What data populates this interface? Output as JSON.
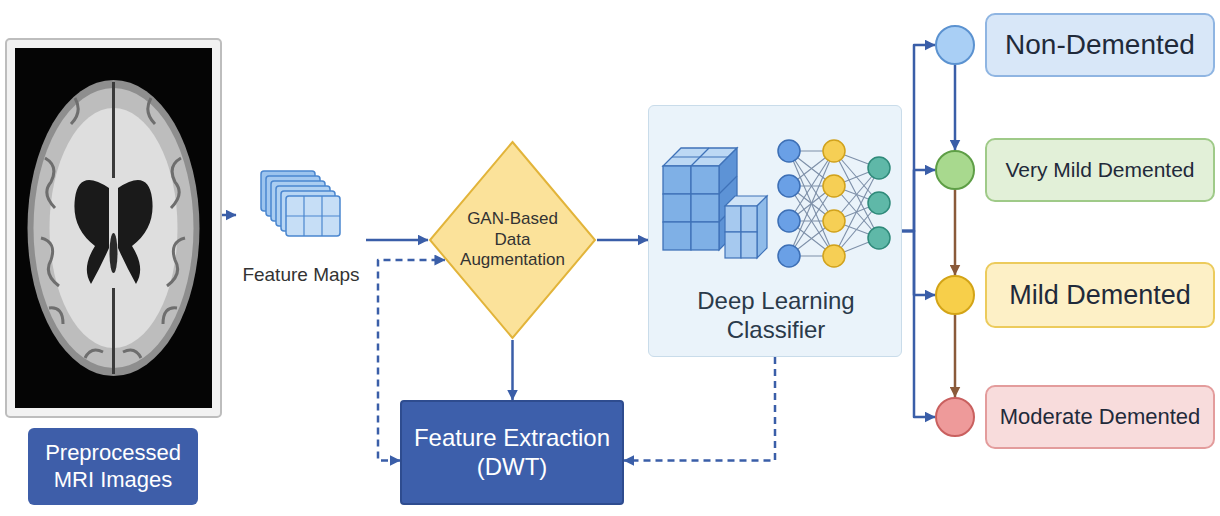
{
  "diagram": {
    "nodes": [
      {
        "text": [
          "Preprocessed MRI Images"
        ]
      },
      {
        "text": [
          "Feature Maps"
        ]
      },
      {
        "text": [
          "GAN-Based Data Augmentation"
        ]
      },
      {
        "text": [
          "Feature Extraction (DWT)"
        ]
      },
      {
        "text": [
          "Deep Learning Classifier"
        ]
      },
      {
        "text": [
          "Non-Demented"
        ]
      },
      {
        "text": [
          "Very Mild Demented"
        ]
      },
      {
        "text": [
          "Mild Demented"
        ]
      },
      {
        "text": [
          "Moderate Demented"
        ]
      }
    ],
    "edges": [
      {
        "from": 0,
        "to": 1,
        "arrow": "to"
      },
      {
        "from": 1,
        "to": 2,
        "arrow": "to"
      },
      {
        "from": 2,
        "to": 4,
        "arrow": "to"
      },
      {
        "from": 2,
        "to": 3,
        "arrow": "to"
      },
      {
        "from": 3,
        "to": 2,
        "arrow": "both"
      },
      {
        "from": 4,
        "to": 3,
        "arrow": "to"
      },
      {
        "from": 4,
        "to": 5,
        "arrow": "to"
      },
      {
        "from": 4,
        "to": 6,
        "arrow": "to"
      },
      {
        "from": 4,
        "to": 7,
        "arrow": "to"
      },
      {
        "from": 4,
        "to": 8,
        "arrow": "to"
      },
      {
        "from": 5,
        "to": 6,
        "arrow": "to"
      },
      {
        "from": 6,
        "to": 7,
        "arrow": "to"
      },
      {
        "from": 7,
        "to": 8,
        "arrow": "to"
      }
    ]
  }
}
